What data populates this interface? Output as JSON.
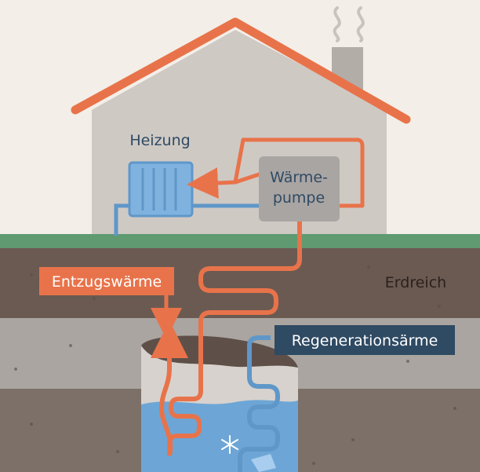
{
  "labels": {
    "heating": "Heizung",
    "heat_pump_line1": "Wärme-",
    "heat_pump_line2": "pumpe",
    "soil": "Erdreich",
    "extraction_heat": "Entzugswärme",
    "regeneration": "Regenerationsärme"
  },
  "colors": {
    "background": "#f3eee7",
    "house_wall": "#cfc9c4",
    "roof": "#e8734a",
    "pipe_hot": "#e8734a",
    "pipe_cold": "#5f97c9",
    "heat_pump": "#a9a5a3",
    "radiator": "#7fb2de",
    "grass": "#5f9a70",
    "soil_top": "#6b5a52",
    "soil_mid": "#aaa5a0",
    "soil_bottom": "#7d7068",
    "water": "#6da6d6",
    "label_orange": "#e8734a",
    "label_blue": "#2f4a63"
  },
  "icons": {
    "smoke": "smoke-icon",
    "ice": "snowflake-icon"
  }
}
